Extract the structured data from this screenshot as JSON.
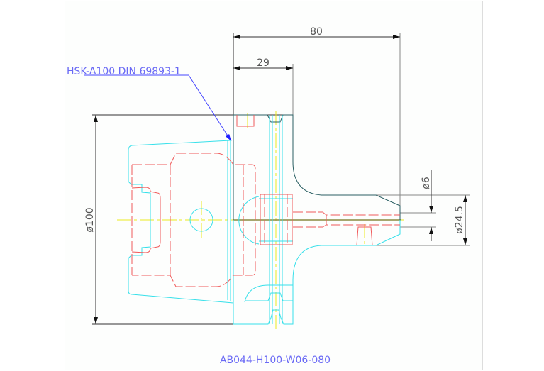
{
  "drawing": {
    "part_label": "HSK-A100 DIN 69893-1",
    "part_number": "AB044-H100-W06-080",
    "dimensions": {
      "overall_length": "80",
      "flange_length": "29",
      "diameter_outer": "ø100",
      "diameter_bore": "ø6",
      "diameter_shank": "ø24.5"
    }
  },
  "colors": {
    "visible": "#37e0ea",
    "hidden": "#f05a5a",
    "center": "#eaea20",
    "dimension": "#333333",
    "label": "#6a6af5"
  }
}
